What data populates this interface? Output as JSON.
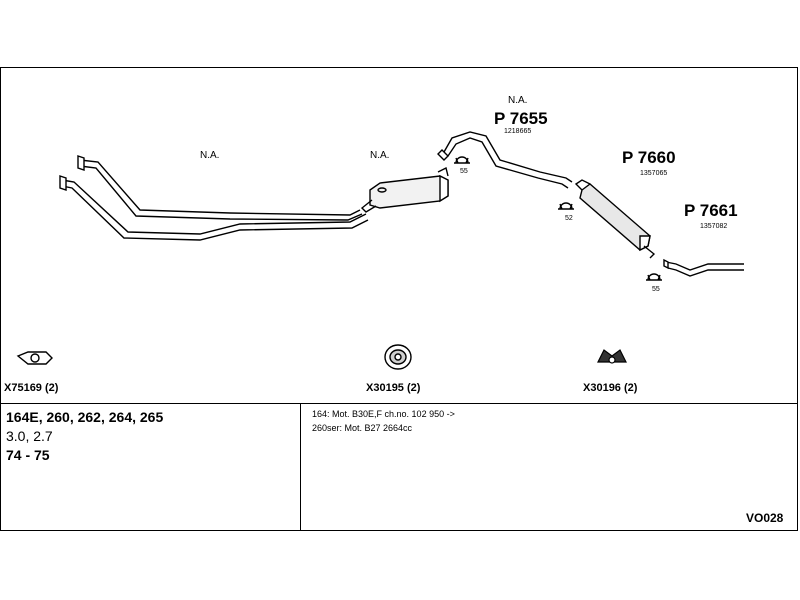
{
  "diagram": {
    "labels": {
      "na_front": "N.A.",
      "na_middle": "N.A.",
      "na_top": "N.A."
    },
    "parts": [
      {
        "number": "P 7655",
        "oe": "1218665"
      },
      {
        "number": "P 7660",
        "oe": "1357065"
      },
      {
        "number": "P 7661",
        "oe": "1357082"
      }
    ],
    "clamps": [
      "55",
      "52",
      "55"
    ],
    "accessories": [
      {
        "code": "X75169 (2)",
        "icon": "flange-gasket-icon"
      },
      {
        "code": "X30195 (2)",
        "icon": "sealing-ring-icon"
      },
      {
        "code": "X30196 (2)",
        "icon": "rubber-hanger-icon"
      }
    ]
  },
  "vehicle": {
    "models": "164E, 260, 262, 264, 265",
    "engine": "3.0, 2.7",
    "years": "74 - 75"
  },
  "notes": [
    "164: Mot. B30E,F ch.no. 102 950 ->",
    "260ser: Mot. B27 2664cc"
  ],
  "catalog_code": "VO028"
}
